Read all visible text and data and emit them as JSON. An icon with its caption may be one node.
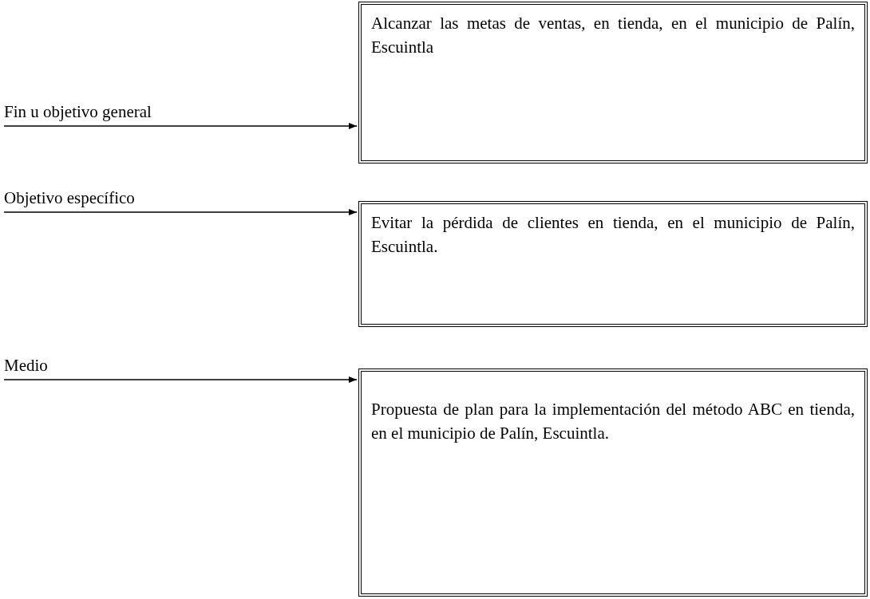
{
  "diagram": {
    "nodes": [
      {
        "text": [
          "Fin u objetivo general"
        ]
      },
      {
        "text": [
          "Alcanzar las metas de ventas, en tienda, en el municipio de Palín, Escuintla"
        ]
      },
      {
        "text": [
          "Objetivo específico"
        ]
      },
      {
        "text": [
          "Evitar la pérdida de clientes en tienda, en el municipio de Palín, Escuintla."
        ]
      },
      {
        "text": [
          "Medio"
        ]
      },
      {
        "text": [
          "Propuesta de plan para la implementación del método ABC en tienda, en el municipio de Palín, Escuintla."
        ]
      }
    ],
    "edges": [
      {
        "from": 0,
        "to": 1,
        "arrow": "to"
      },
      {
        "from": 2,
        "to": 3,
        "arrow": "to"
      },
      {
        "from": 4,
        "to": 5,
        "arrow": "to"
      }
    ]
  }
}
